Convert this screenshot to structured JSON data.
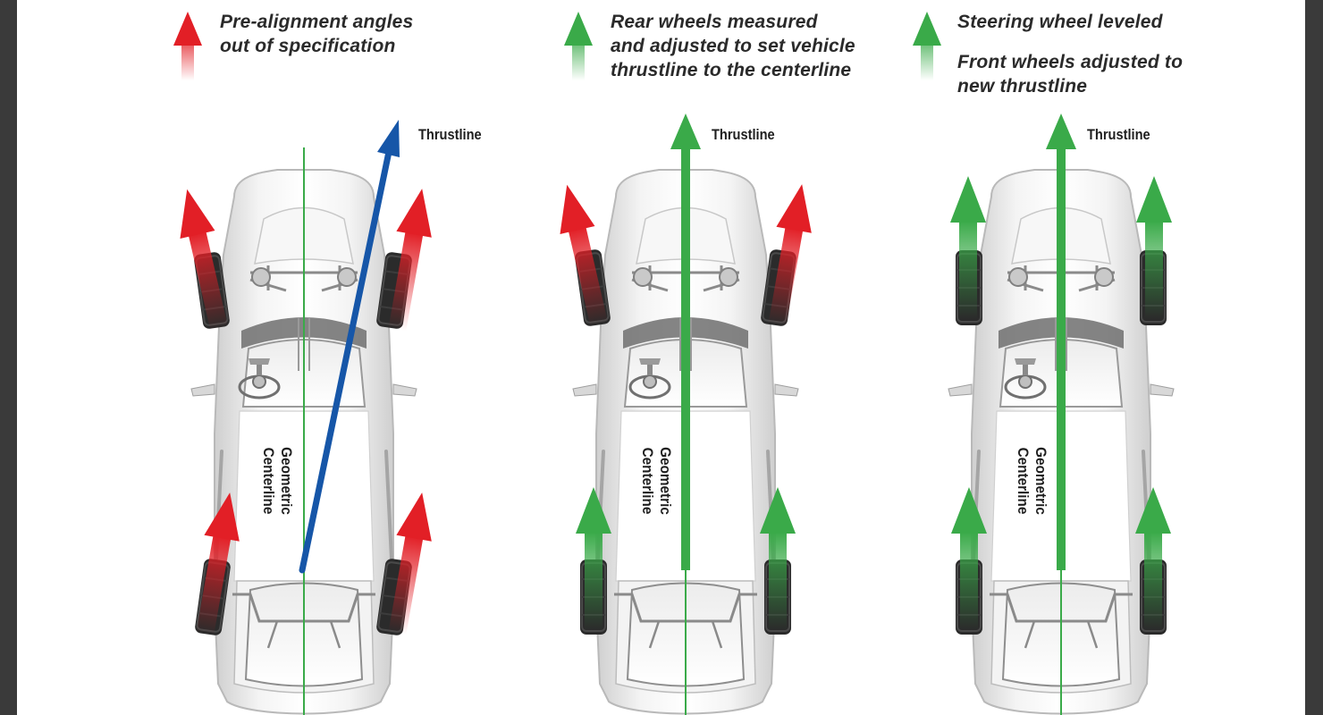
{
  "panels": [
    {
      "caption_lines": [
        "Pre-alignment angles",
        "out of specification"
      ],
      "thrustline_label": "Thrustline",
      "centerline_label_lines": [
        "Geometric",
        "Centerline"
      ]
    },
    {
      "caption_lines": [
        "Rear wheels measured",
        "and adjusted to set vehicle",
        "thrustline to the centerline"
      ],
      "thrustline_label": "Thrustline",
      "centerline_label_lines": [
        "Geometric",
        "Centerline"
      ]
    },
    {
      "caption_lines": [
        "Steering wheel leveled",
        "Front wheels adjusted to",
        "new thrustline"
      ],
      "thrustline_label": "Thrustline",
      "centerline_label_lines": [
        "Geometric",
        "Centerline"
      ]
    }
  ],
  "colors": {
    "out_of_spec_arrow": "#e21f26",
    "in_spec_arrow": "#3aaa49",
    "thrustline_out_of_spec": "#1656a8",
    "thrustline_in_spec": "#3aaa49",
    "centerline": "#3aaa49",
    "frame": "#3a3a3a"
  },
  "icons": [
    "car-top-view-icon",
    "wheel-direction-arrow-icon",
    "steering-wheel-icon"
  ]
}
